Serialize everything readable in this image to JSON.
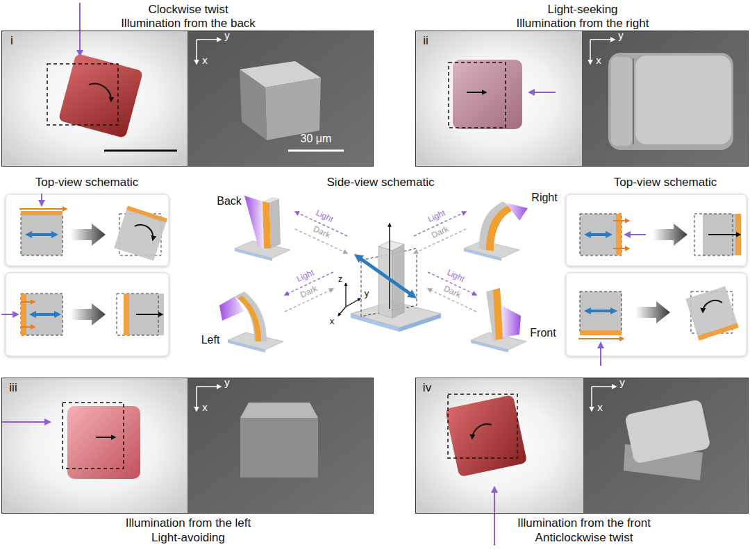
{
  "diagram": {
    "nodes": [
      {
        "text": [
          "Clockwise twist",
          "Illumination from the back",
          "i"
        ]
      },
      {
        "text": [
          "Light-seeking",
          "Illumination from the right",
          "ii"
        ]
      },
      {
        "text": [
          "iii",
          "Illumination from the left",
          "Light-avoiding"
        ]
      },
      {
        "text": [
          "iv",
          "Illumination from the front",
          "Anticlockwise twist"
        ]
      }
    ],
    "labels": [
      "y",
      "x",
      "30 μm",
      "y",
      "x",
      "Top-view schematic",
      "Side-view schematic",
      "Top-view schematic",
      "Back",
      "Light",
      "Dark",
      "Light",
      "Dark",
      "Right",
      "z",
      "y",
      "Light",
      "Dark",
      "Light",
      "Dark",
      "x",
      "Left",
      "Front",
      "y",
      "x",
      "y",
      "x"
    ]
  }
}
